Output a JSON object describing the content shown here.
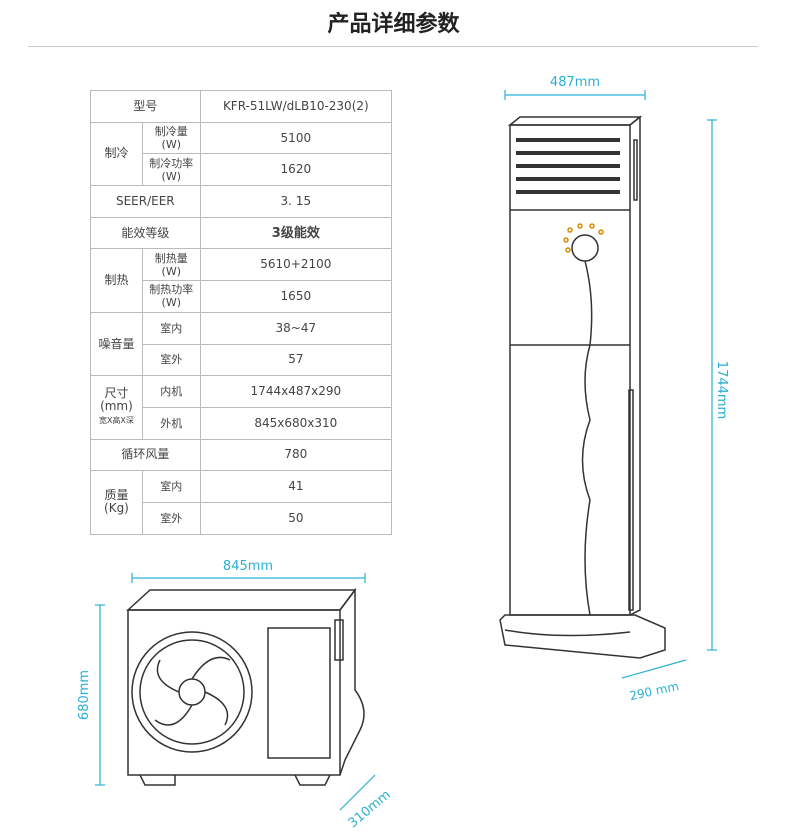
{
  "title": "产品详细参数",
  "spec": {
    "model_label": "型号",
    "model": "KFR-51LW/dLB10-230(2)",
    "cool": {
      "label": "制冷",
      "cap_label": "制冷量",
      "cap_unit": "(W)",
      "cap": "5100",
      "pow_label": "制冷功率",
      "pow_unit": "(W)",
      "pow": "1620"
    },
    "seer_label": "SEER/EER",
    "seer": "3. 15",
    "grade_label": "能效等级",
    "grade": "3级能效",
    "heat": {
      "label": "制热",
      "cap_label": "制热量",
      "cap_unit": "(W)",
      "cap": "5610+2100",
      "pow_label": "制热功率",
      "pow_unit": "(W)",
      "pow": "1650"
    },
    "noise": {
      "label": "噪音量",
      "in_label": "室内",
      "in": "38~47",
      "out_label": "室外",
      "out": "57"
    },
    "size": {
      "label": "尺寸",
      "unit": "(mm)",
      "note": "宽X高X深",
      "in_label": "内机",
      "in": "1744x487x290",
      "out_label": "外机",
      "out": "845x680x310"
    },
    "air_label": "循环风量",
    "air": "780",
    "weight": {
      "label": "质量",
      "unit": "(Kg)",
      "in_label": "室内",
      "in": "41",
      "out_label": "室外",
      "out": "50"
    }
  },
  "dims": {
    "indoor_width": "487mm",
    "indoor_height": "1744mm",
    "indoor_depth": "290 mm",
    "outdoor_width": "845mm",
    "outdoor_height": "680mm",
    "outdoor_depth": "310mm"
  },
  "colors": {
    "accent": "#2ab0d5",
    "line": "#333333"
  }
}
